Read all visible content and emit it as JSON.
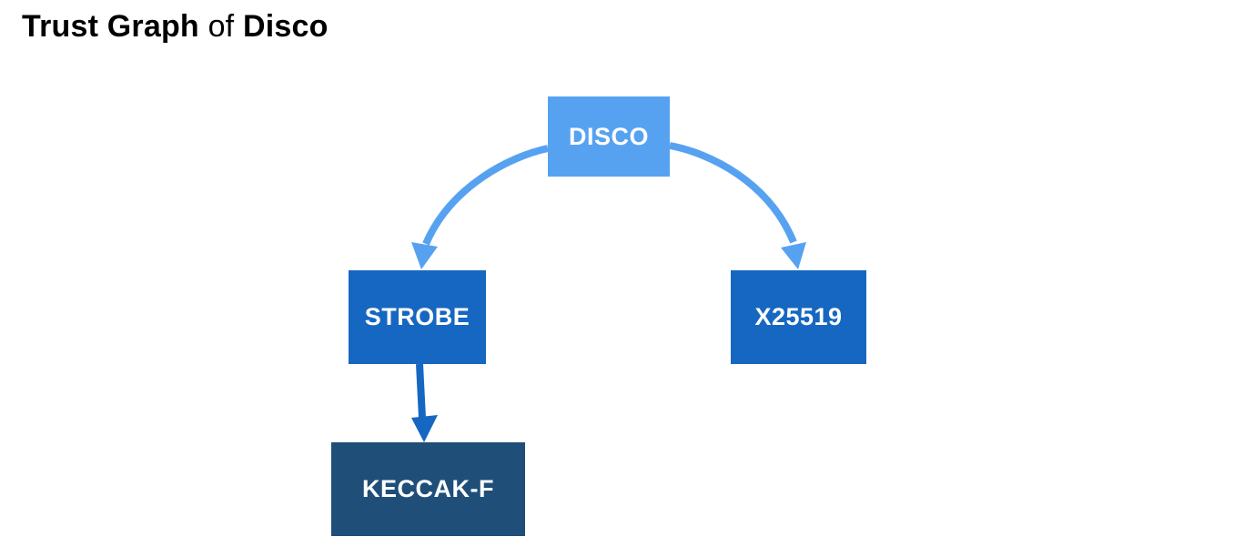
{
  "title": {
    "prefix": "Trust Graph",
    "connector": "of",
    "subject": "Disco"
  },
  "colors": {
    "page_background": "#ffffff",
    "title_text": "#000000",
    "node_label_text": "#ffffff",
    "node_root": "#57a2f0",
    "node_mid": "#1667c1",
    "node_leaf": "#1f4e79",
    "edge_root": "#57a2f0",
    "edge_mid": "#1667c1"
  },
  "graph": {
    "nodes": [
      {
        "id": "disco",
        "label": "DISCO",
        "level": "root"
      },
      {
        "id": "strobe",
        "label": "STROBE",
        "level": "mid"
      },
      {
        "id": "x25519",
        "label": "X25519",
        "level": "mid"
      },
      {
        "id": "keccak-f",
        "label": "KECCAK-F",
        "level": "leaf"
      }
    ],
    "edges": [
      {
        "from": "disco",
        "to": "strobe"
      },
      {
        "from": "disco",
        "to": "x25519"
      },
      {
        "from": "strobe",
        "to": "keccak-f"
      }
    ]
  }
}
